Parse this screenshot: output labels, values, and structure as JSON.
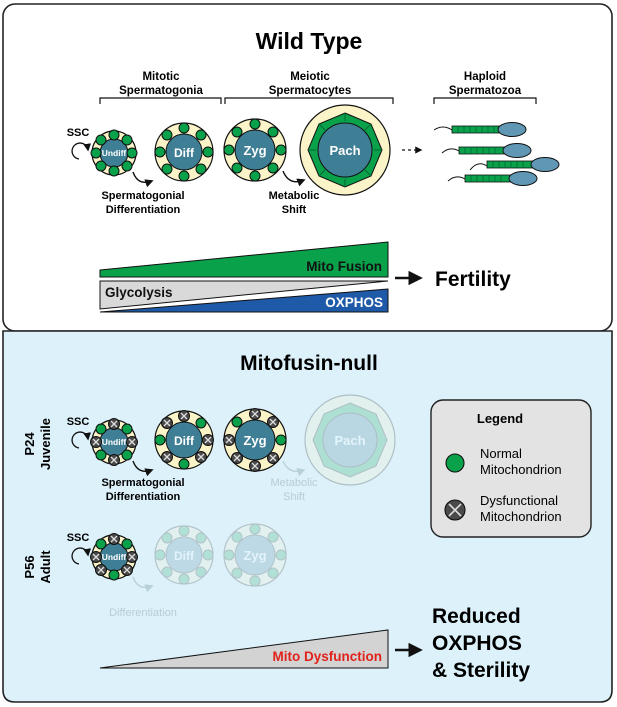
{
  "wild_type": {
    "title": "Wild Type",
    "stage_headers": {
      "mitotic": [
        "Mitotic",
        "Spermatogonia"
      ],
      "meiotic": [
        "Meiotic",
        "Spermatocytes"
      ],
      "haploid": [
        "Haploid",
        "Spermatozoa"
      ]
    },
    "ssc_label": "SSC",
    "cells": {
      "undiff": "Undiff",
      "diff": "Diff",
      "zyg": "Zyg",
      "pach": "Pach"
    },
    "diff_label": [
      "Spermatogonial",
      "Differentiation"
    ],
    "shift_label": [
      "Metabolic",
      "Shift"
    ],
    "mito_fusion": "Mito Fusion",
    "glycolysis": "Glycolysis",
    "oxphos": "OXPHOS",
    "outcome": "Fertility"
  },
  "mitofusin_null": {
    "title": "Mitofusin-null",
    "p24_label": [
      "P24",
      "Juvenile"
    ],
    "p56_label": [
      "P56",
      "Adult"
    ],
    "ssc_label": "SSC",
    "cells": {
      "undiff": "Undiff",
      "diff": "Diff",
      "zyg": "Zyg",
      "pach": "Pach"
    },
    "diff_label": [
      "Spermatogonial",
      "Differentiation"
    ],
    "shift_label": [
      "Metabolic",
      "Shift"
    ],
    "adult_diff_label": "Differentiation",
    "mito_dysfunction": "Mito Dysfunction",
    "outcome": [
      "Reduced",
      "OXPHOS",
      "& Sterility"
    ]
  },
  "legend": {
    "title": "Legend",
    "normal": [
      "Normal",
      "Mitochondrion"
    ],
    "dysfunctional": [
      "Dysfunctional",
      "Mitochondrion"
    ]
  },
  "colors": {
    "mito_green": "#0aa14b",
    "nucleus_blue": "#3f7f96",
    "cytoplasm": "#fbf4c8",
    "oxphos_blue": "#1f5aa8",
    "dysfunction_red": "#e0221b",
    "bottom_panel": "#dcf1fa",
    "legend_bg": "#e3e3e3",
    "dysfunctional_gray": "#4a4a4a"
  }
}
